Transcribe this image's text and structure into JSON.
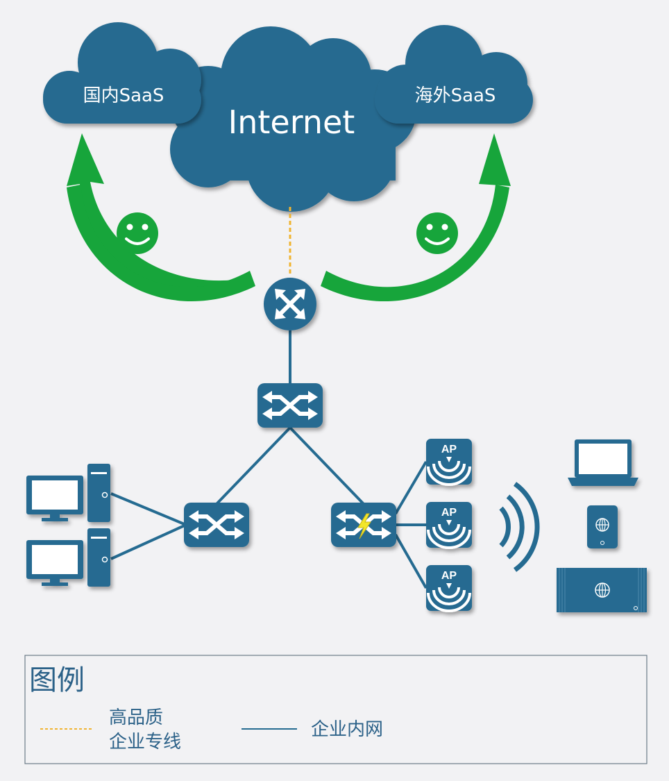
{
  "colors": {
    "background": "#f2f2f4",
    "device": "#256b91",
    "device_dark": "#1e5a7c",
    "cloud": "#286b90",
    "green": "#17a53b",
    "dashed": "#f0b431",
    "legend_border": "#6a7a86"
  },
  "clouds": {
    "domestic": "国内SaaS",
    "internet": "Internet",
    "overseas": "海外SaaS"
  },
  "ap_label": "AP",
  "legend": {
    "title": "图例",
    "dashed_line_1": "高品质",
    "dashed_line_2": "企业专线",
    "solid_line": "企业内网"
  }
}
